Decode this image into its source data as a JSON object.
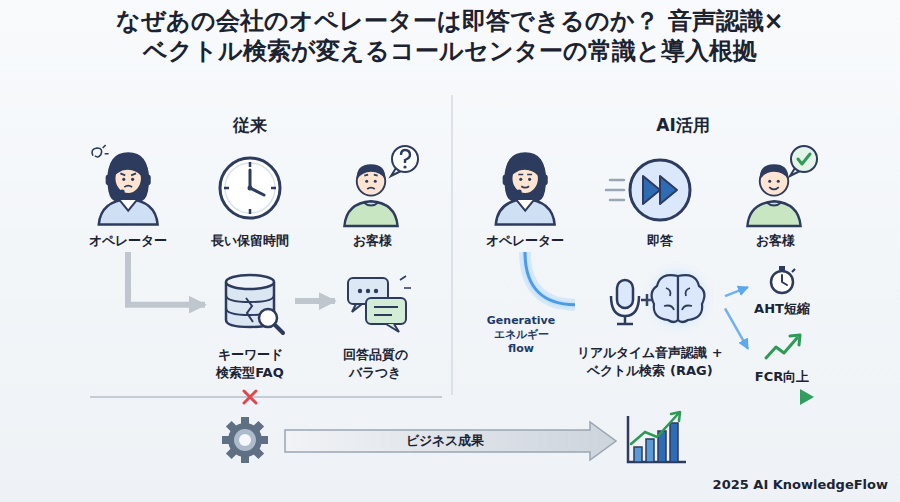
{
  "diagram": {
    "title": "なぜあの会社のオペレーターは即答できるのか？ 音声認識×ベクトル検索が変えるコールセンターの常識と導入根拠",
    "nodes": [
      {
        "text": [
          "オペレーター"
        ]
      },
      {
        "text": [
          "長い保留時間"
        ]
      },
      {
        "text": [
          "お客様"
        ]
      },
      {
        "text": [
          "キーワード 検索型FAQ"
        ]
      },
      {
        "text": [
          "回答品質の バラつき"
        ]
      },
      {
        "text": [
          "オペレーター"
        ]
      },
      {
        "text": [
          "即答"
        ]
      },
      {
        "text": [
          "お客様"
        ]
      },
      {
        "text": [
          "リアルタイム音声認識 + ベクトル検索 (RAG)"
        ]
      },
      {
        "text": [
          "AHT短縮"
        ]
      },
      {
        "text": [
          "FCR向上"
        ]
      }
    ],
    "edges": [
      {
        "from": 0,
        "to": 3,
        "arrow": "to"
      },
      {
        "from": 3,
        "to": 4,
        "arrow": "to"
      },
      {
        "from": 5,
        "to": 8,
        "label": "Generative エネルギー flow",
        "arrow": "none"
      },
      {
        "from": 8,
        "to": 9,
        "arrow": "to"
      },
      {
        "from": 8,
        "to": 10,
        "arrow": "to"
      }
    ],
    "labels": [
      "従来",
      "AI活用",
      "ビジネス成果",
      "2025 AI KnowledgeFlow"
    ]
  }
}
